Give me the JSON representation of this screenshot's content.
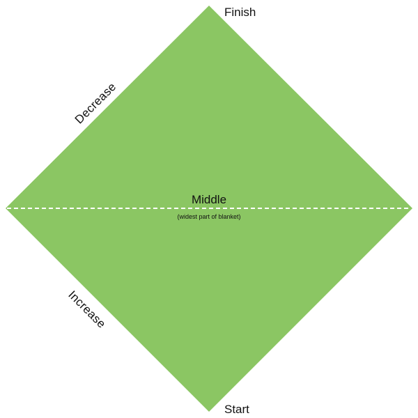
{
  "labels": {
    "finish": "Finish",
    "start": "Start",
    "decrease": "Decrease",
    "increase": "Increase",
    "middle": "Middle",
    "middle_note": "(widest part of blanket)"
  },
  "colors": {
    "blanket_fill": "#8bc663",
    "midline": "#ffffff",
    "text": "#111111"
  }
}
